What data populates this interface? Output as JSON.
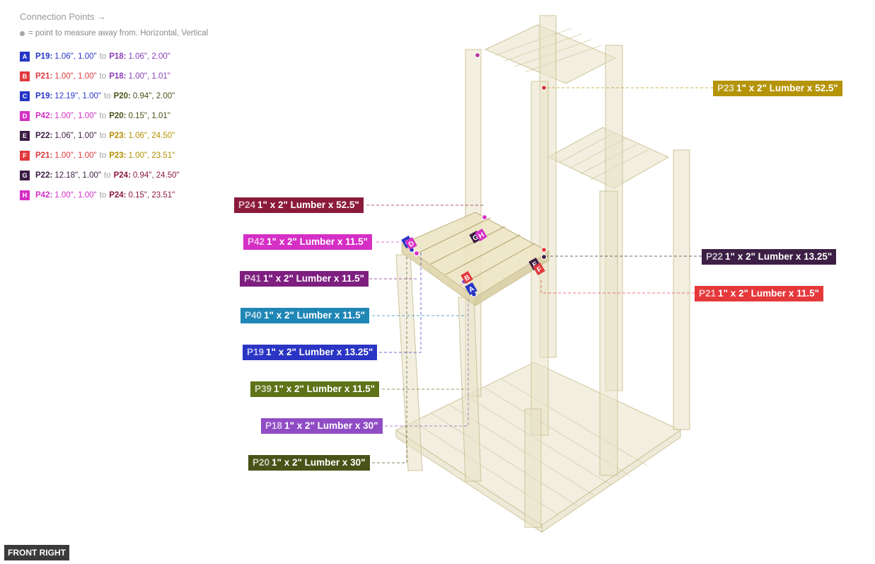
{
  "legend": {
    "title": "Connection Points →",
    "note": "= point to measure away from. Horizontal, Vertical",
    "rows": [
      {
        "badge": "A",
        "color": "#2636c7",
        "from_id": "P19:",
        "from_color": "#2636c7",
        "from_val": "1.06\", 1.00\"",
        "to": "to",
        "to_id": "P18:",
        "to_color": "#8a3fb8",
        "to_val": "1.06\", 2.00\""
      },
      {
        "badge": "B",
        "color": "#e03a3e",
        "from_id": "P21:",
        "from_color": "#e03a3e",
        "from_val": "1.00\", 1.00\"",
        "to": "to",
        "to_id": "P18:",
        "to_color": "#8a3fb8",
        "to_val": "1.00\", 1.01\""
      },
      {
        "badge": "C",
        "color": "#2636c7",
        "from_id": "P19:",
        "from_color": "#2636c7",
        "from_val": "12.19\", 1.00\"",
        "to": "to",
        "to_id": "P20:",
        "to_color": "#4a5218",
        "to_val": "0.94\", 2.00\""
      },
      {
        "badge": "D",
        "color": "#d52fc6",
        "from_id": "P42:",
        "from_color": "#d52fc6",
        "from_val": "1.00\", 1.00\"",
        "to": "to",
        "to_id": "P20:",
        "to_color": "#4a5218",
        "to_val": "0.15\", 1.01\""
      },
      {
        "badge": "E",
        "color": "#3b1d44",
        "from_id": "P22:",
        "from_color": "#3b1d44",
        "from_val": "1.06\", 1.00\"",
        "to": "to",
        "to_id": "P23:",
        "to_color": "#b38f00",
        "to_val": "1.06\", 24.50\""
      },
      {
        "badge": "F",
        "color": "#e03a3e",
        "from_id": "P21:",
        "from_color": "#e03a3e",
        "from_val": "1.00\", 1.00\"",
        "to": "to",
        "to_id": "P23:",
        "to_color": "#b38f00",
        "to_val": "1.00\", 23.51\""
      },
      {
        "badge": "G",
        "color": "#3b1d44",
        "from_id": "P22:",
        "from_color": "#3b1d44",
        "from_val": "12.18\", 1.00\"",
        "to": "to",
        "to_id": "P24:",
        "to_color": "#8b1a3a",
        "to_val": "0.94\", 24.50\""
      },
      {
        "badge": "H",
        "color": "#d52fc6",
        "from_id": "P42:",
        "from_color": "#d52fc6",
        "from_val": "1.00\", 1.00\"",
        "to": "to",
        "to_id": "P24:",
        "to_color": "#8b1a3a",
        "to_val": "0.15\", 23.51\""
      }
    ]
  },
  "part_labels": [
    {
      "id": "P23",
      "text": "1\" x 2\" Lumber x 52.5\"",
      "color": "#b5940a"
    },
    {
      "id": "P24",
      "text": "1\" x 2\" Lumber x 52.5\"",
      "color": "#8b1a3a"
    },
    {
      "id": "P42",
      "text": "1\" x 2\" Lumber x 11.5\"",
      "color": "#d52fc6"
    },
    {
      "id": "P22",
      "text": "1\" x 2\" Lumber x 13.25\"",
      "color": "#3d1f45"
    },
    {
      "id": "P41",
      "text": "1\" x 2\" Lumber x 11.5\"",
      "color": "#7e1f80"
    },
    {
      "id": "P21",
      "text": "1\" x 2\" Lumber x 11.5\"",
      "color": "#e5383b"
    },
    {
      "id": "P40",
      "text": "1\" x 2\" Lumber x 11.5\"",
      "color": "#1f86b5"
    },
    {
      "id": "P19",
      "text": "1\" x 2\" Lumber x 13.25\"",
      "color": "#2b35c4"
    },
    {
      "id": "P39",
      "text": "1\" x 2\" Lumber x 11.5\"",
      "color": "#5e7317"
    },
    {
      "id": "P18",
      "text": "1\" x 2\" Lumber x 30\"",
      "color": "#8f4cc4"
    },
    {
      "id": "P20",
      "text": "1\" x 2\" Lumber x 30\"",
      "color": "#4a5218"
    }
  ],
  "view_label": "FRONT RIGHT"
}
